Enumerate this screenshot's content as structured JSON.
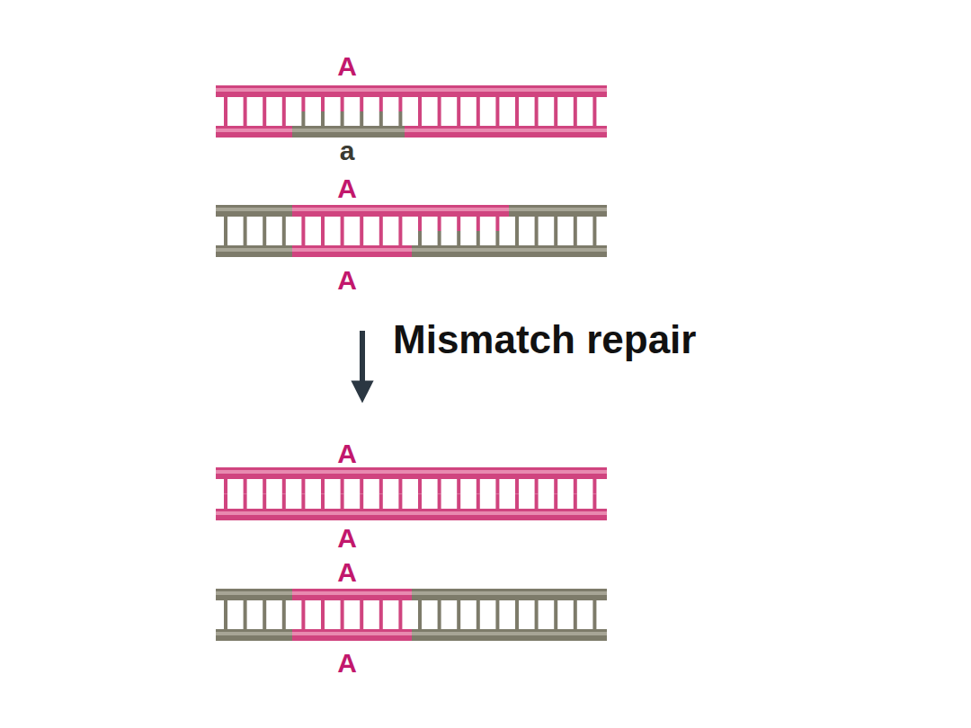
{
  "diagram": {
    "labels": [
      "A",
      "a",
      "A",
      "A",
      "Mismatch repair",
      "A",
      "A",
      "A",
      "A"
    ]
  }
}
